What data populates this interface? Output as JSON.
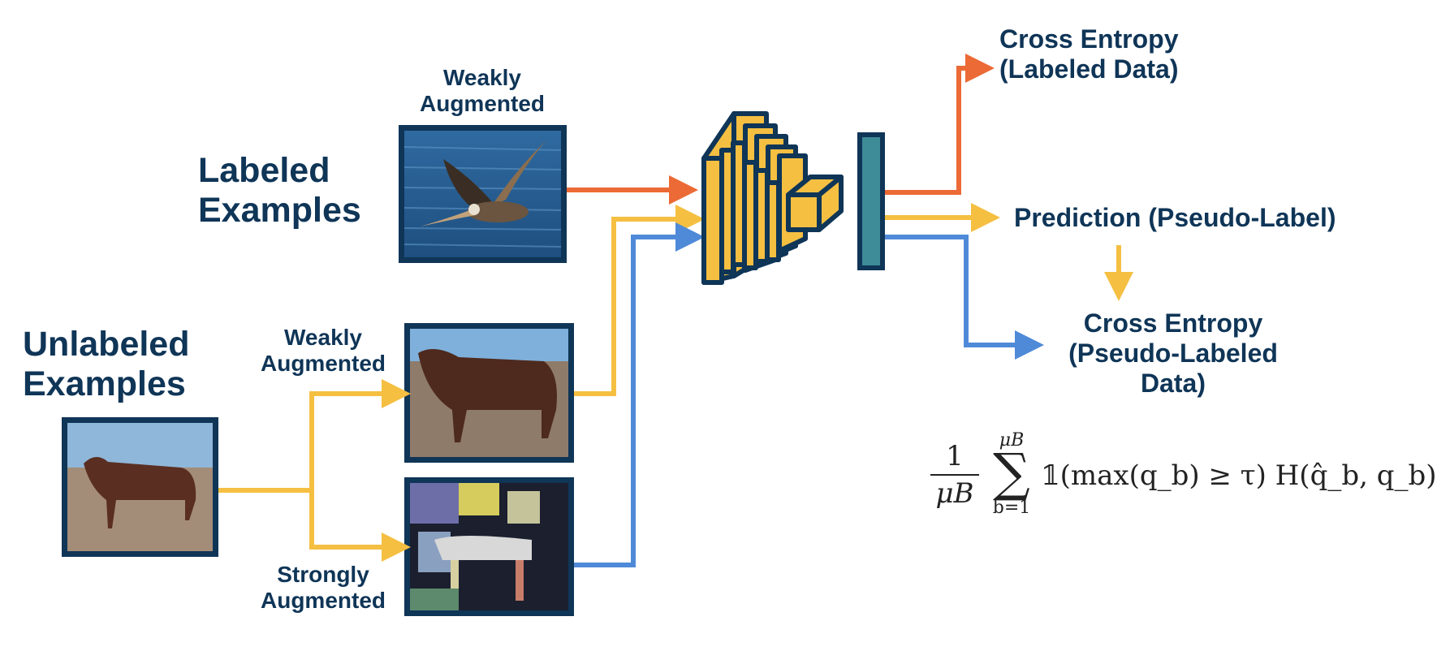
{
  "labeled": {
    "title": "Labeled\nExamples",
    "weak_label": "Weakly\nAugmented"
  },
  "unlabeled": {
    "title": "Unlabeled\nExamples",
    "weak_label": "Weakly\nAugmented",
    "strong_label": "Strongly\nAugmented"
  },
  "outputs": {
    "ce_labeled": "Cross Entropy\n(Labeled Data)",
    "prediction": "Prediction (Pseudo-Label)",
    "ce_pseudo": "Cross Entropy\n(Pseudo-Labeled\nData)"
  },
  "formula": {
    "frac_num": "1",
    "frac_den": "μB",
    "sum_top": "μB",
    "sum_bottom": "b=1",
    "body": "𝟙(max(q_b) ≥ τ) H(q̂_b, q_b)"
  },
  "colors": {
    "navy": "#0f3557",
    "orange": "#ec6a35",
    "yellow": "#f5bf42",
    "blue": "#4f8ad8",
    "teal": "#3e8c98"
  }
}
